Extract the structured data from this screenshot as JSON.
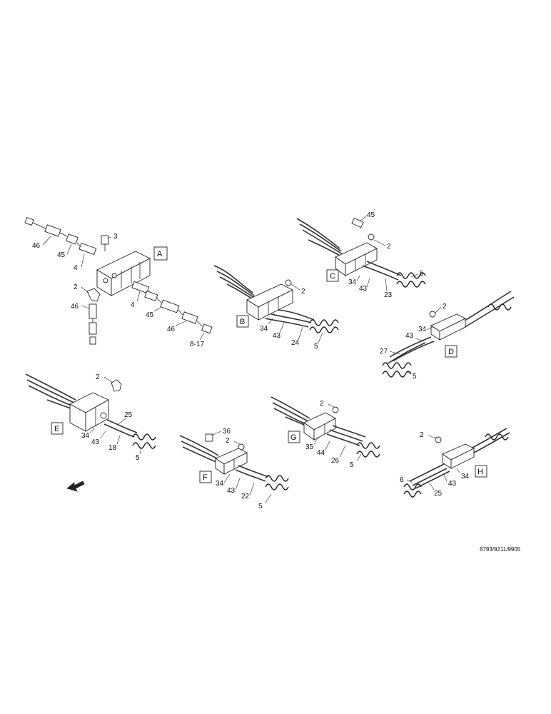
{
  "figure": {
    "reference": "8793/9211/9905"
  },
  "views": [
    {
      "id": "A",
      "labels": [
        "3",
        "46",
        "45",
        "4",
        "2",
        "46",
        "4",
        "45",
        "46",
        "8-17"
      ]
    },
    {
      "id": "B",
      "labels": [
        "2",
        "34",
        "43",
        "24",
        "5"
      ]
    },
    {
      "id": "C",
      "labels": [
        "45",
        "2",
        "5",
        "34",
        "43",
        "23"
      ]
    },
    {
      "id": "D",
      "labels": [
        "2",
        "34",
        "43",
        "27",
        "5"
      ]
    },
    {
      "id": "E",
      "labels": [
        "2",
        "25",
        "34",
        "43",
        "18",
        "5"
      ]
    },
    {
      "id": "F",
      "labels": [
        "36",
        "2",
        "34",
        "43",
        "22",
        "5"
      ]
    },
    {
      "id": "G",
      "labels": [
        "2",
        "35",
        "44",
        "26",
        "5"
      ]
    },
    {
      "id": "H",
      "labels": [
        "2",
        "6",
        "43",
        "34",
        "25"
      ]
    }
  ],
  "icons": {
    "direction": "front-direction-arrow-icon"
  }
}
